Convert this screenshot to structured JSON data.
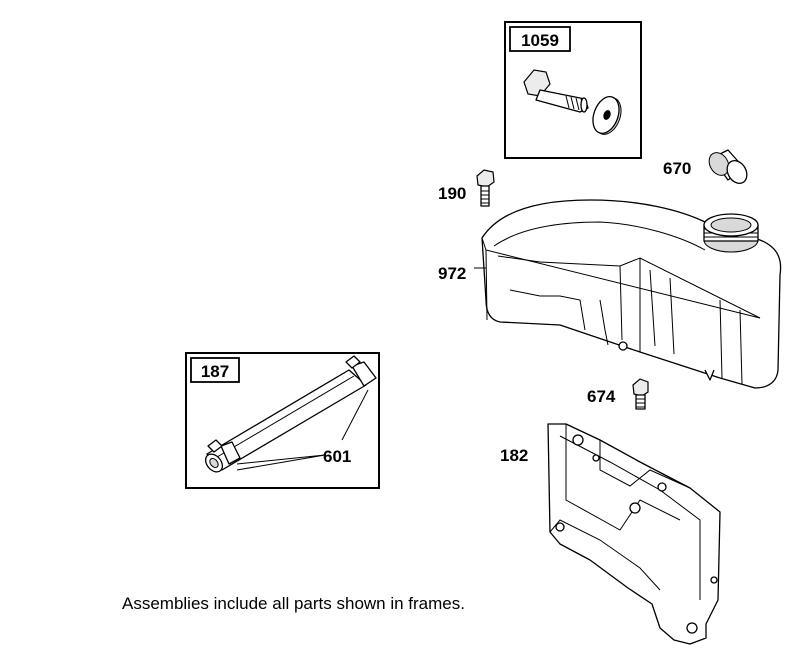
{
  "frames": {
    "frame_1059": {
      "label": "1059"
    },
    "frame_187": {
      "label": "187"
    }
  },
  "callouts": {
    "p670": "670",
    "p190": "190",
    "p972": "972",
    "p674": "674",
    "p182": "182",
    "p601": "601"
  },
  "note": "Assemblies include all parts shown in frames."
}
